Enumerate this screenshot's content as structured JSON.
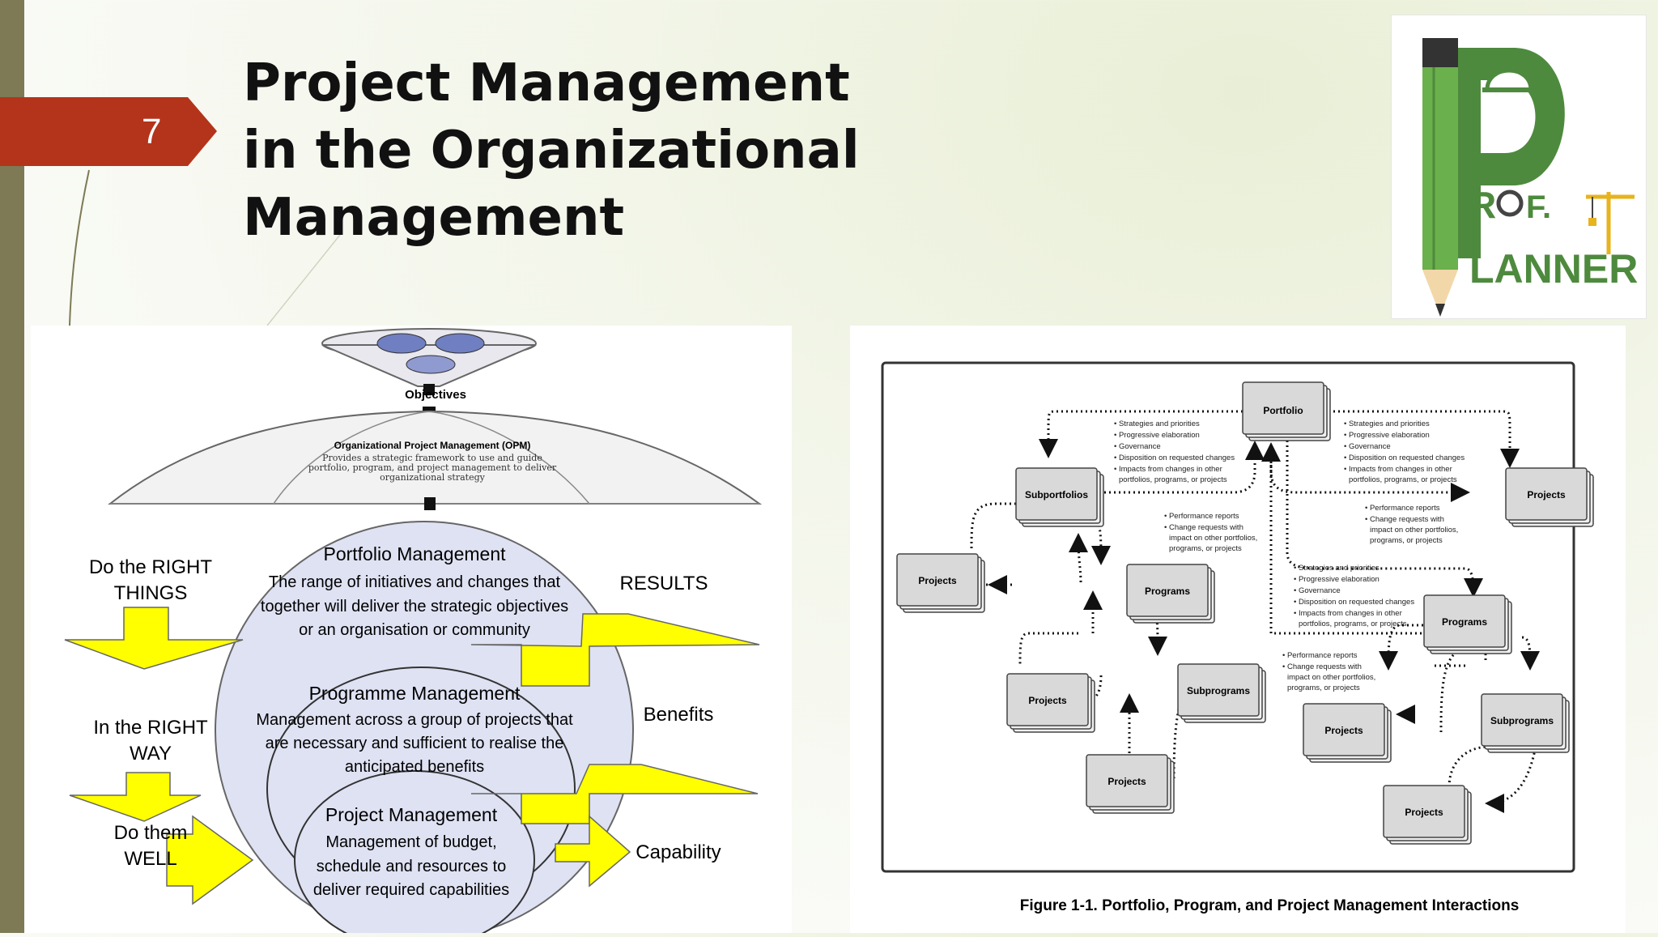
{
  "slide": {
    "number": "7",
    "title_lines": [
      "Project Management",
      "in the Organizational",
      "Management"
    ]
  },
  "logo": {
    "text_top": "R",
    "text_mid": "O",
    "text_f": "F.",
    "text_bottom": "LANNER",
    "colors": {
      "green": "#4e8a3e",
      "pencil": "#6ab04c",
      "crane": "#e8b31d"
    }
  },
  "left_figure": {
    "funnel_label": "Objectives",
    "umbrella_title": "Organizational Project Management (OPM)",
    "umbrella_text": "Provides a strategic framework to use and guide portfolio, program, and project management to deliver organizational strategy",
    "left_labels": [
      [
        "Do the RIGHT",
        "THINGS"
      ],
      [
        "In the RIGHT",
        "WAY"
      ],
      [
        "Do them",
        "WELL"
      ]
    ],
    "right_labels": [
      "RESULTS",
      "Benefits",
      "Capability"
    ],
    "portfolio": {
      "heading": "Portfolio Management",
      "lines": [
        "The range of initiatives and changes that",
        "together will deliver the strategic objectives",
        "or an organisation or community"
      ]
    },
    "programme": {
      "heading": "Programme Management",
      "lines": [
        "Management across a group of projects that",
        "are necessary and sufficient to realise the",
        "anticipated benefits"
      ]
    },
    "project": {
      "heading": "Project Management",
      "lines": [
        "Management of budget,",
        "schedule and resources to",
        "deliver required capabilities"
      ]
    },
    "colors": {
      "arrow": "#ffff00",
      "circle": "#dfe2f3"
    }
  },
  "right_figure": {
    "caption": "Figure 1-1. Portfolio, Program, and Project Management Interactions",
    "nodes": {
      "portfolio": "Portfolio",
      "subportfolios": "Subportfolios",
      "projects": "Projects",
      "programs": "Programs",
      "subprograms": "Subprograms"
    },
    "down_notes": [
      "Strategies and priorities",
      "Progressive elaboration",
      "Governance",
      "Disposition on requested changes",
      "Impacts from changes in other",
      "portfolios, programs, or projects"
    ],
    "up_notes": [
      "Performance reports",
      "Change requests with",
      "impact on other portfolios,",
      "programs, or projects"
    ]
  }
}
